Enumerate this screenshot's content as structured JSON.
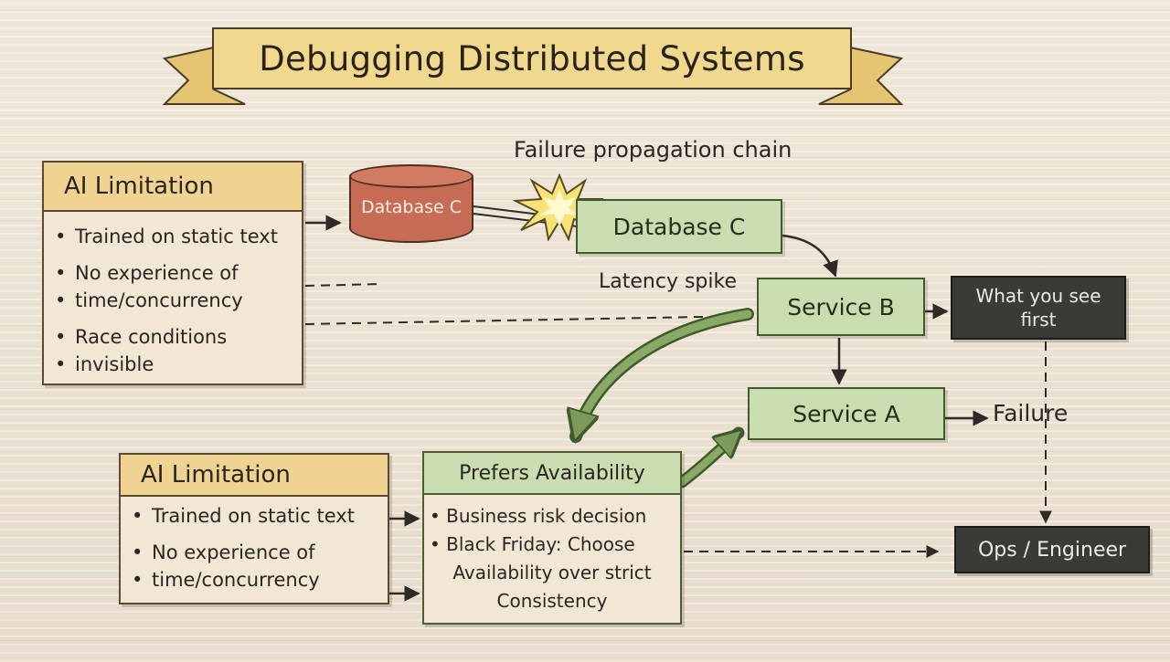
{
  "title": "Debugging Distributed Systems",
  "chain_label": "Failure propagation chain",
  "latency_label": "Latency spike",
  "failure_label": "Failure",
  "database_cylinder_label": "Database C",
  "nodes": {
    "database_c": "Database C",
    "service_b": "Service B",
    "service_a": "Service A",
    "what_you_see_line1": "What you see",
    "what_you_see_line2": "first",
    "ops_engineer": "Ops / Engineer"
  },
  "ai_limitation_top": {
    "title": "AI Limitation",
    "items": [
      "Trained on static text",
      "No experience of",
      "time/concurrency",
      "Race conditions",
      "invisible"
    ]
  },
  "ai_limitation_bottom": {
    "title": "AI Limitation",
    "items": [
      "Trained on static text",
      "No experience of",
      "time/concurrency"
    ]
  },
  "prefers_availability": {
    "title": "Prefers Availability",
    "lines": [
      "Business risk decision",
      "Black Friday: Choose",
      "Availability over strict",
      "Consistency"
    ]
  },
  "colors": {
    "banner": "#f0d88e",
    "panel_header": "#f0d391",
    "service_green": "#c9ddb0",
    "database_red": "#c66b54",
    "dark_box": "#3b3a37",
    "arrow_green": "#7d9a5a"
  }
}
